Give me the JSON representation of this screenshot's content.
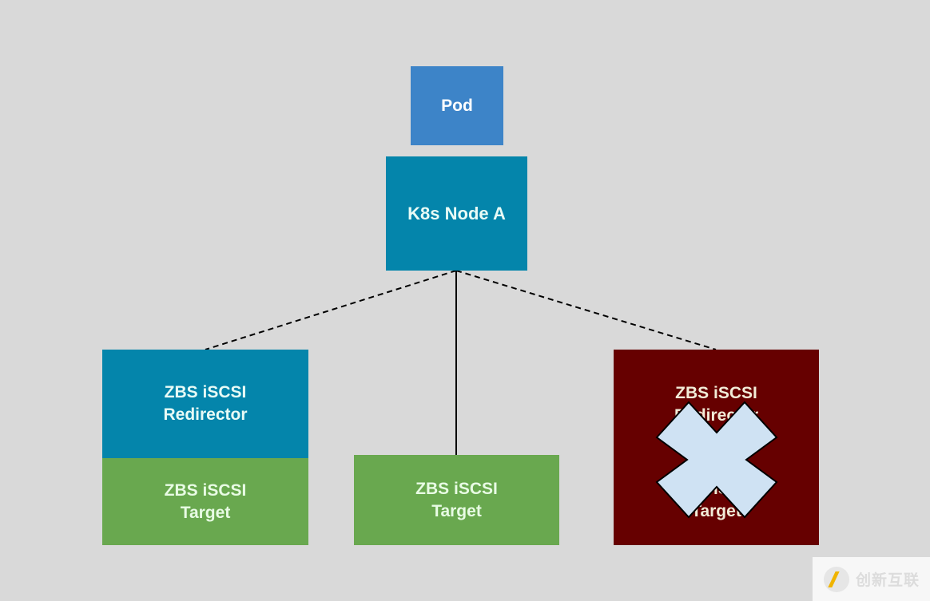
{
  "diagram": {
    "pod": {
      "label": "Pod"
    },
    "node": {
      "label": "K8s Node A"
    },
    "left_stack": {
      "redirector": {
        "line1": "ZBS iSCSI",
        "line2": "Redirector"
      },
      "target": {
        "line1": "ZBS iSCSI",
        "line2": "Target"
      }
    },
    "middle_stack": {
      "target": {
        "line1": "ZBS iSCSI",
        "line2": "Target"
      }
    },
    "failed_stack": {
      "status": "failed",
      "redirector": {
        "line1": "ZBS iSCSI",
        "line2": "Redirector"
      },
      "target": {
        "line1": "ZBS iSCSI",
        "line2": "Target"
      }
    },
    "connections": [
      {
        "from": "K8s Node A",
        "to": "left ZBS iSCSI Redirector",
        "style": "dashed"
      },
      {
        "from": "K8s Node A",
        "to": "middle ZBS iSCSI Target",
        "style": "solid"
      },
      {
        "from": "K8s Node A",
        "to": "right ZBS iSCSI Redirector",
        "style": "dashed"
      }
    ],
    "colors": {
      "background": "#d9d9d9",
      "pod": "#3d84c8",
      "node": "#0485ab",
      "redirector": "#0485ab",
      "target": "#69a84f",
      "failed": "#660000",
      "cross": "#cfe2f3"
    }
  },
  "watermark": {
    "text": "创新互联"
  }
}
